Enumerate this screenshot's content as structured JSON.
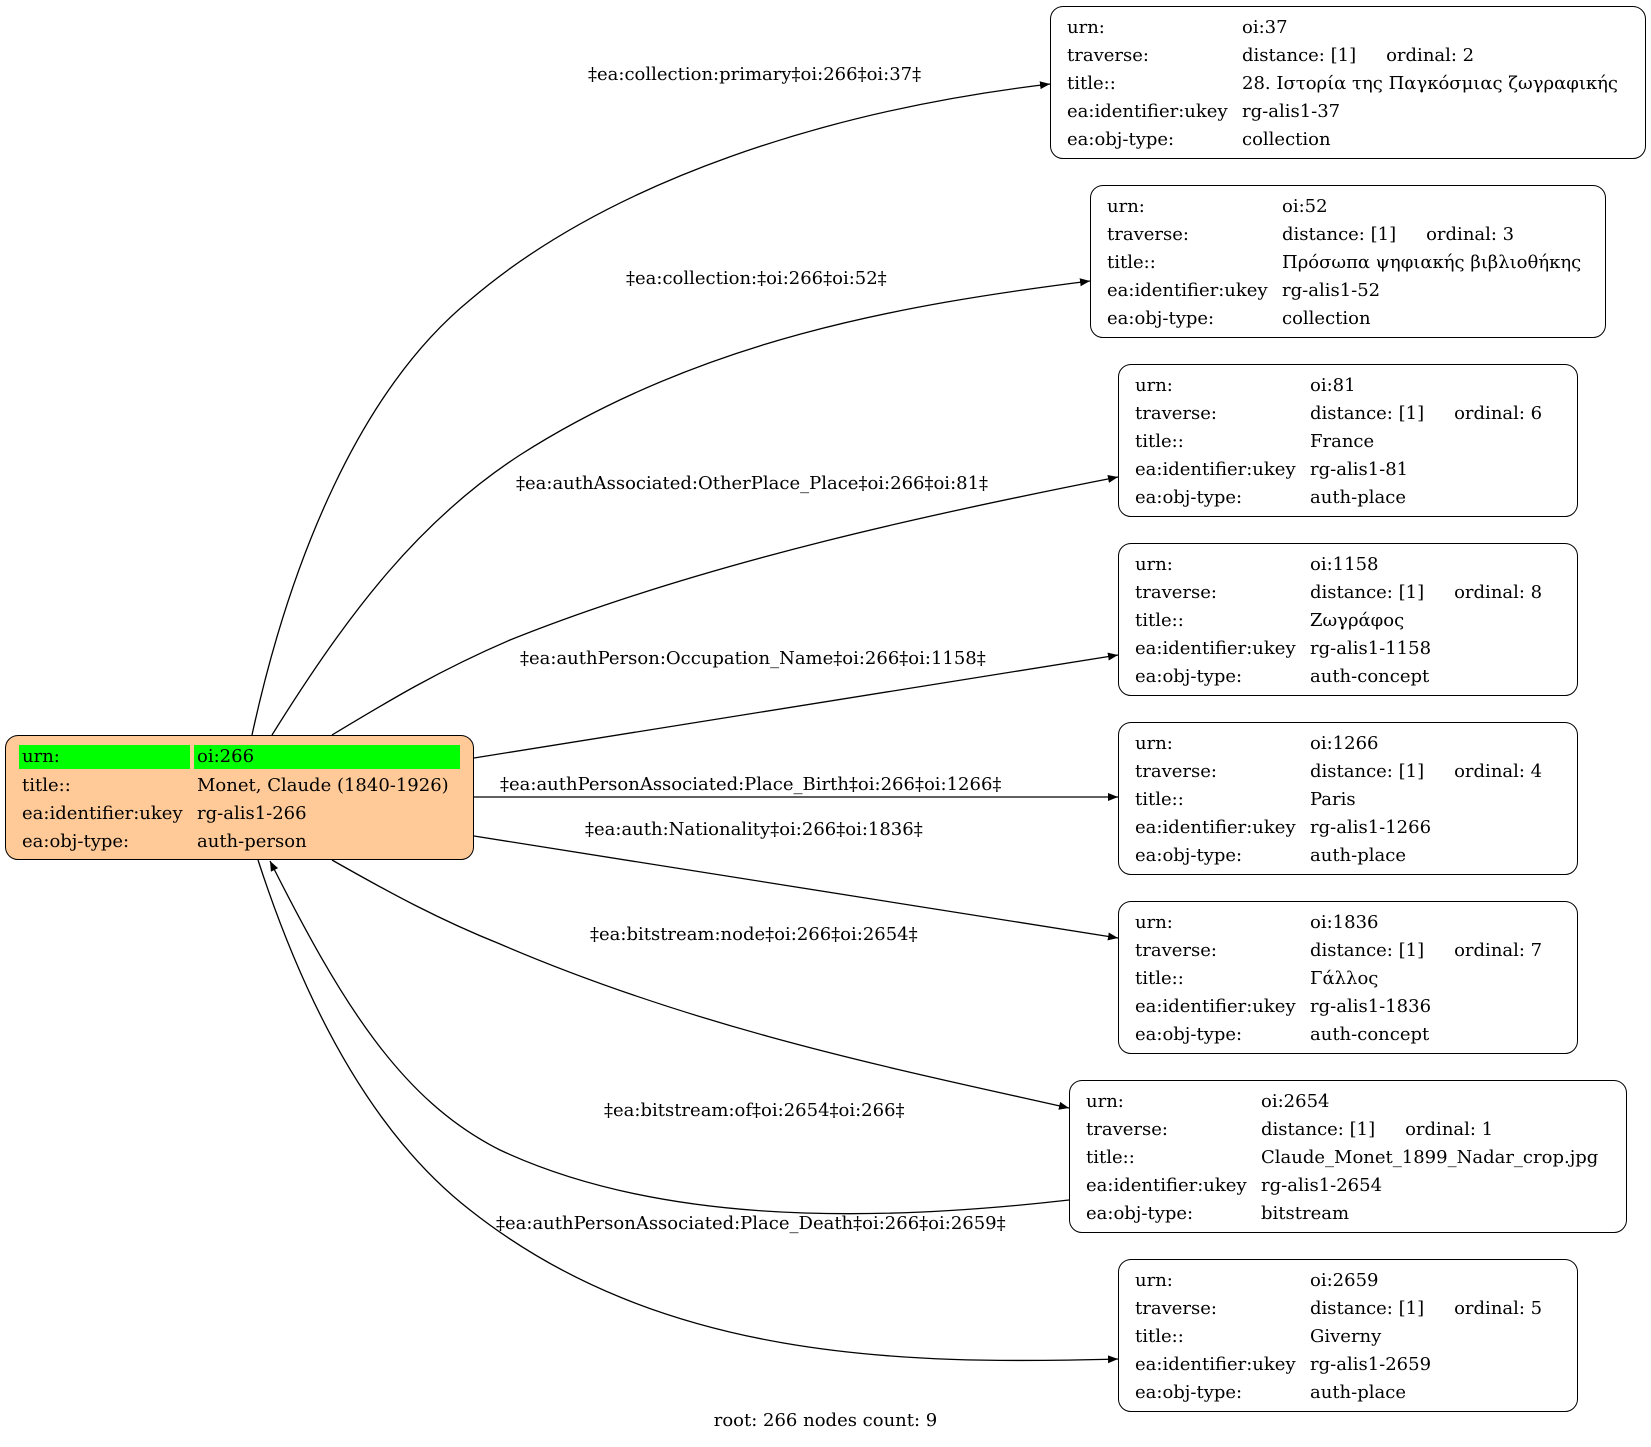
{
  "root": {
    "rows": [
      {
        "key": "urn:",
        "value": "oi:266"
      },
      {
        "key": "title::",
        "value": "Monet, Claude (1840-1926)"
      },
      {
        "key": "ea:identifier:ukey",
        "value": "rg-alis1-266"
      },
      {
        "key": "ea:obj-type:",
        "value": "auth-person"
      }
    ],
    "highlight_color": "#00ff00",
    "fill_color": "#ffca98"
  },
  "nodes": [
    {
      "urn_key": "urn:",
      "urn": "oi:37",
      "traverse_key": "traverse:",
      "distance": "distance: [1]",
      "ordinal": "ordinal: 2",
      "title_key": "title::",
      "title": "28. Ιστορία της Παγκόσμιας ζωγραφικής",
      "ukey_key": "ea:identifier:ukey",
      "ukey": "rg-alis1-37",
      "type_key": "ea:obj-type:",
      "type": "collection"
    },
    {
      "urn_key": "urn:",
      "urn": "oi:52",
      "traverse_key": "traverse:",
      "distance": "distance: [1]",
      "ordinal": "ordinal: 3",
      "title_key": "title::",
      "title": "Πρόσωπα ψηφιακής βιβλιοθήκης",
      "ukey_key": "ea:identifier:ukey",
      "ukey": "rg-alis1-52",
      "type_key": "ea:obj-type:",
      "type": "collection"
    },
    {
      "urn_key": "urn:",
      "urn": "oi:81",
      "traverse_key": "traverse:",
      "distance": "distance: [1]",
      "ordinal": "ordinal: 6",
      "title_key": "title::",
      "title": "France",
      "ukey_key": "ea:identifier:ukey",
      "ukey": "rg-alis1-81",
      "type_key": "ea:obj-type:",
      "type": "auth-place"
    },
    {
      "urn_key": "urn:",
      "urn": "oi:1158",
      "traverse_key": "traverse:",
      "distance": "distance: [1]",
      "ordinal": "ordinal: 8",
      "title_key": "title::",
      "title": "Ζωγράφος",
      "ukey_key": "ea:identifier:ukey",
      "ukey": "rg-alis1-1158",
      "type_key": "ea:obj-type:",
      "type": "auth-concept"
    },
    {
      "urn_key": "urn:",
      "urn": "oi:1266",
      "traverse_key": "traverse:",
      "distance": "distance: [1]",
      "ordinal": "ordinal: 4",
      "title_key": "title::",
      "title": "Paris",
      "ukey_key": "ea:identifier:ukey",
      "ukey": "rg-alis1-1266",
      "type_key": "ea:obj-type:",
      "type": "auth-place"
    },
    {
      "urn_key": "urn:",
      "urn": "oi:1836",
      "traverse_key": "traverse:",
      "distance": "distance: [1]",
      "ordinal": "ordinal: 7",
      "title_key": "title::",
      "title": "Γάλλος",
      "ukey_key": "ea:identifier:ukey",
      "ukey": "rg-alis1-1836",
      "type_key": "ea:obj-type:",
      "type": "auth-concept"
    },
    {
      "urn_key": "urn:",
      "urn": "oi:2654",
      "traverse_key": "traverse:",
      "distance": "distance: [1]",
      "ordinal": "ordinal: 1",
      "title_key": "title::",
      "title": "Claude_Monet_1899_Nadar_crop.jpg",
      "ukey_key": "ea:identifier:ukey",
      "ukey": "rg-alis1-2654",
      "type_key": "ea:obj-type:",
      "type": "bitstream"
    },
    {
      "urn_key": "urn:",
      "urn": "oi:2659",
      "traverse_key": "traverse:",
      "distance": "distance: [1]",
      "ordinal": "ordinal: 5",
      "title_key": "title::",
      "title": "Giverny",
      "ukey_key": "ea:identifier:ukey",
      "ukey": "rg-alis1-2659",
      "type_key": "ea:obj-type:",
      "type": "auth-place"
    }
  ],
  "edges": [
    {
      "label": "‡ea:collection:primary‡oi:266‡oi:37‡",
      "from": "oi:266",
      "to": "oi:37"
    },
    {
      "label": "‡ea:collection:‡oi:266‡oi:52‡",
      "from": "oi:266",
      "to": "oi:52"
    },
    {
      "label": "‡ea:authAssociated:OtherPlace_Place‡oi:266‡oi:81‡",
      "from": "oi:266",
      "to": "oi:81"
    },
    {
      "label": "‡ea:authPerson:Occupation_Name‡oi:266‡oi:1158‡",
      "from": "oi:266",
      "to": "oi:1158"
    },
    {
      "label": "‡ea:authPersonAssociated:Place_Birth‡oi:266‡oi:1266‡",
      "from": "oi:266",
      "to": "oi:1266"
    },
    {
      "label": "‡ea:auth:Nationality‡oi:266‡oi:1836‡",
      "from": "oi:266",
      "to": "oi:1836"
    },
    {
      "label": "‡ea:bitstream:node‡oi:266‡oi:2654‡",
      "from": "oi:266",
      "to": "oi:2654"
    },
    {
      "label": "‡ea:bitstream:of‡oi:2654‡oi:266‡",
      "from": "oi:2654",
      "to": "oi:266"
    },
    {
      "label": "‡ea:authPersonAssociated:Place_Death‡oi:266‡oi:2659‡",
      "from": "oi:266",
      "to": "oi:2659"
    }
  ],
  "footer": "root: 266 nodes count: 9"
}
